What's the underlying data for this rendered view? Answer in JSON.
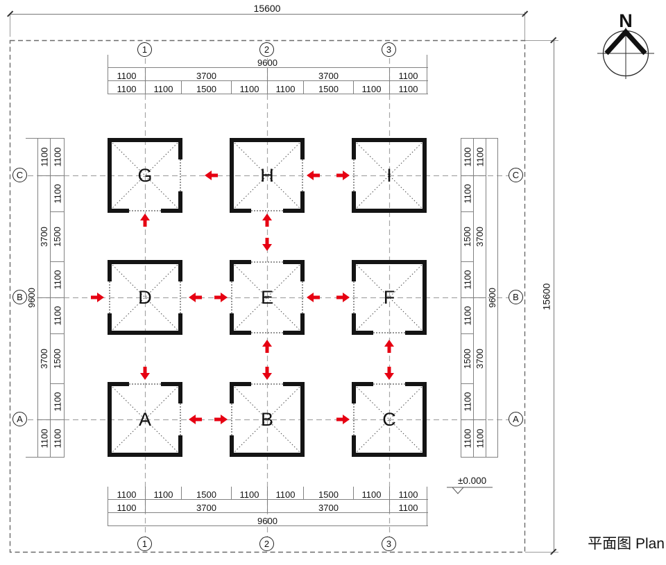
{
  "sheet": {
    "title": "平面图 Plan",
    "north_label": "N",
    "level_marker": "±0.000"
  },
  "grid": {
    "columns": [
      "1",
      "2",
      "3"
    ],
    "rows": [
      "C",
      "B",
      "A"
    ]
  },
  "rooms": [
    {
      "label": "G",
      "openings": [
        "right",
        "bottom"
      ]
    },
    {
      "label": "H",
      "openings": [
        "right",
        "bottom"
      ]
    },
    {
      "label": "I",
      "openings": [
        "left"
      ]
    },
    {
      "label": "D",
      "openings": [
        "left",
        "right"
      ]
    },
    {
      "label": "E",
      "openings": [
        "left",
        "right",
        "top",
        "bottom"
      ]
    },
    {
      "label": "F",
      "openings": [
        "left",
        "bottom"
      ]
    },
    {
      "label": "A",
      "openings": [
        "top",
        "right"
      ]
    },
    {
      "label": "B",
      "openings": [
        "top",
        "left"
      ]
    },
    {
      "label": "C",
      "openings": [
        "top",
        "left"
      ]
    }
  ],
  "dimensions": {
    "overall_width": "15600",
    "overall_height": "15600",
    "horizontal": {
      "total": "9600",
      "chain4": [
        "1100",
        "3700",
        "3700",
        "1100"
      ],
      "chain8": [
        "1100",
        "1100",
        "1500",
        "1100",
        "1100",
        "1500",
        "1100",
        "1100"
      ]
    },
    "vertical": {
      "total": "9600",
      "chain4": [
        "1100",
        "3700",
        "3700",
        "1100"
      ],
      "chain8": [
        "1100",
        "1100",
        "1500",
        "1100",
        "1100",
        "1500",
        "1100",
        "1100"
      ]
    }
  },
  "colors": {
    "arrow_red": "#e60012",
    "wall_black": "#141414"
  }
}
